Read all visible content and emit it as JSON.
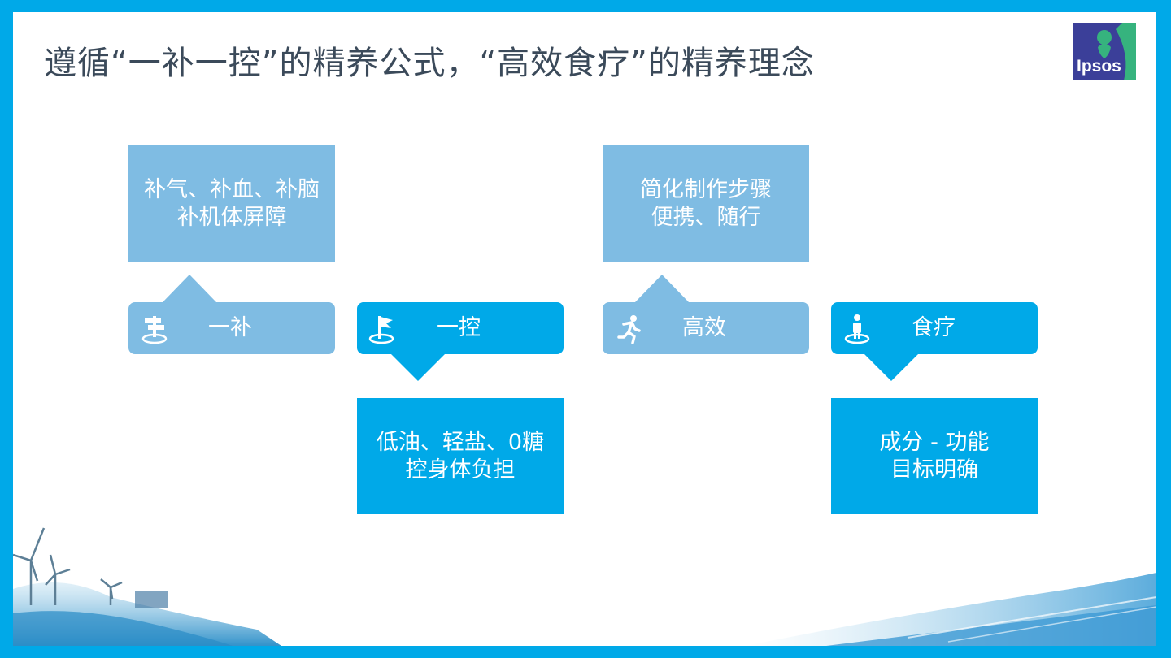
{
  "title": "遵循“一补一控”的精养公式，“高效食疗”的精养理念",
  "logo": {
    "text": "Ipsos",
    "color": "#3b3f99",
    "accent": "#36b37e"
  },
  "colors": {
    "frame": "#00a9e8",
    "light_box": "#7fbce3",
    "dark_box": "#00a9e8",
    "title": "#3b4a5a"
  },
  "items": [
    {
      "label": "一补",
      "icon": "signpost-icon",
      "detail_line1": "补气、补血、补脑",
      "detail_line2": "补机体屏障"
    },
    {
      "label": "一控",
      "icon": "flag-icon",
      "detail_line1": "低油、轻盐、0糖",
      "detail_line2": "控身体负担"
    },
    {
      "label": "高效",
      "icon": "runner-icon",
      "detail_line1": "简化制作步骤",
      "detail_line2": "便携、随行"
    },
    {
      "label": "食疗",
      "icon": "person-icon",
      "detail_line1": "成分 - 功能",
      "detail_line2": "目标明确"
    }
  ]
}
